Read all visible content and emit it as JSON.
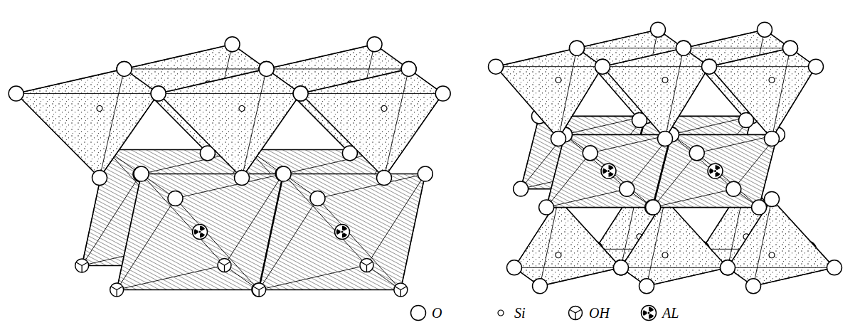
{
  "diagram": {
    "legend": [
      {
        "text": "O"
      },
      {
        "text": "Si"
      },
      {
        "text": "OH"
      },
      {
        "text": "AL"
      }
    ]
  }
}
